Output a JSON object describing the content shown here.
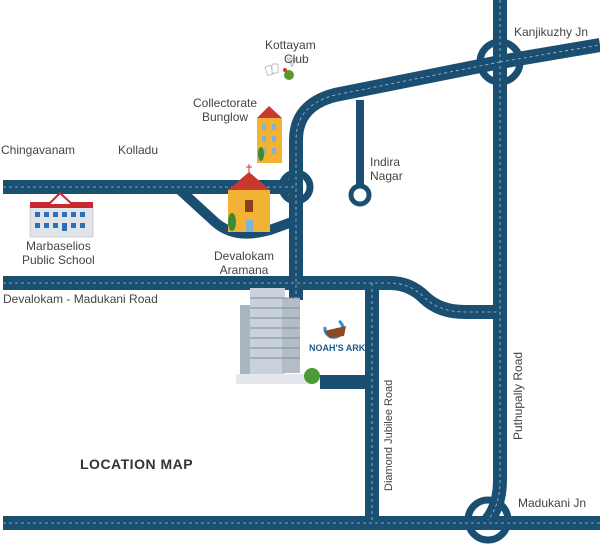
{
  "map": {
    "title": "LOCATION MAP",
    "road_color": "#1b4f72",
    "project": {
      "name": "NOAH'S ARK",
      "icon": "ark-logo-icon"
    },
    "landmarks": [
      {
        "label": "Kottayam Club",
        "line1": "Kottayam",
        "line2": "Club",
        "icon": "club-icon"
      },
      {
        "label": "Collectorate Bunglow",
        "line1": "Collectorate",
        "line2": "Bunglow",
        "icon": "bungalow-icon"
      },
      {
        "label": "Devalokam Aramana",
        "line1": "Devalokam",
        "line2": "Aramana",
        "icon": "church-icon"
      },
      {
        "label": "Marbaselios Public School",
        "line1": "Marbaselios",
        "line2": "Public School",
        "icon": "school-icon"
      },
      {
        "label": "Indira Nagar",
        "line1": "Indira",
        "line2": "Nagar"
      }
    ],
    "places": {
      "chingavanam": "Chingavanam",
      "kolladu": "Kolladu",
      "kanjikuzhy": "Kanjikuzhy Jn",
      "madukani_jn": "Madukani Jn"
    },
    "roads": {
      "devalokam": "Devalokam - Madukani Road",
      "diamond": "Diamond Jubilee Road",
      "puthupally": "Puthupally Road"
    }
  }
}
